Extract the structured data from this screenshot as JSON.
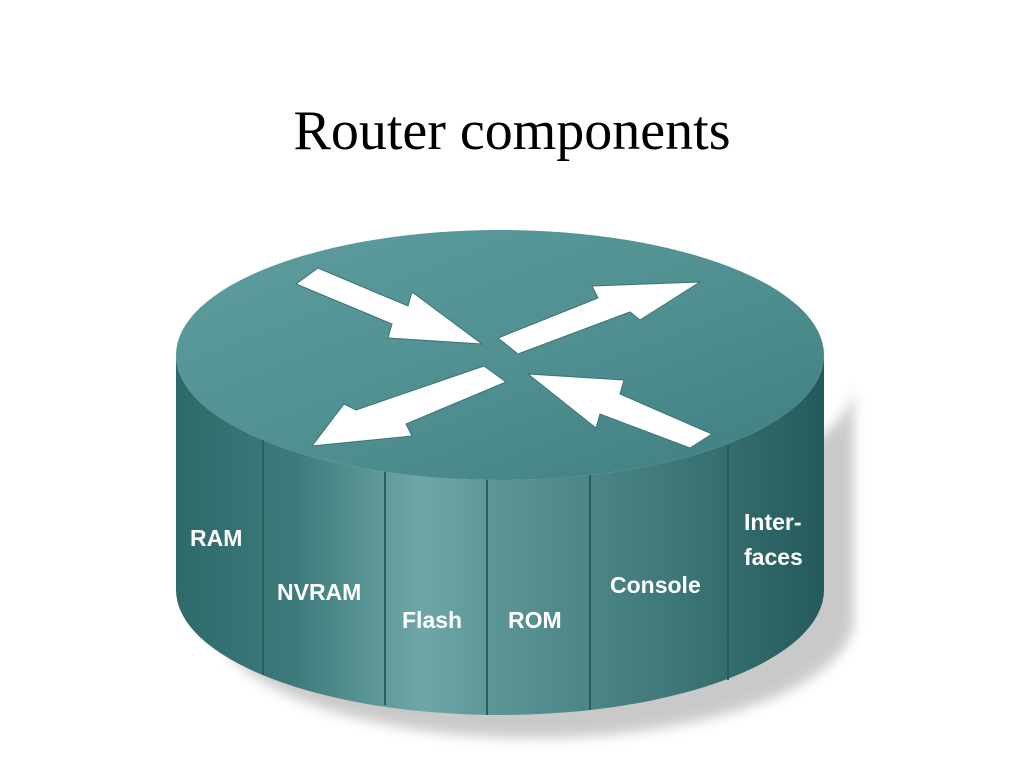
{
  "slide": {
    "title": "Router components"
  },
  "router": {
    "top_color": "#4f8f90",
    "side_color": "#3b7676",
    "arrow_color": "#ffffff",
    "components": [
      {
        "name": "RAM",
        "lines": [
          "RAM"
        ]
      },
      {
        "name": "NVRAM",
        "lines": [
          "NVRAM"
        ]
      },
      {
        "name": "Flash",
        "lines": [
          "Flash"
        ]
      },
      {
        "name": "ROM",
        "lines": [
          "ROM"
        ]
      },
      {
        "name": "Console",
        "lines": [
          "Console"
        ]
      },
      {
        "name": "Interfaces",
        "lines": [
          "Inter-",
          "faces"
        ]
      }
    ]
  }
}
